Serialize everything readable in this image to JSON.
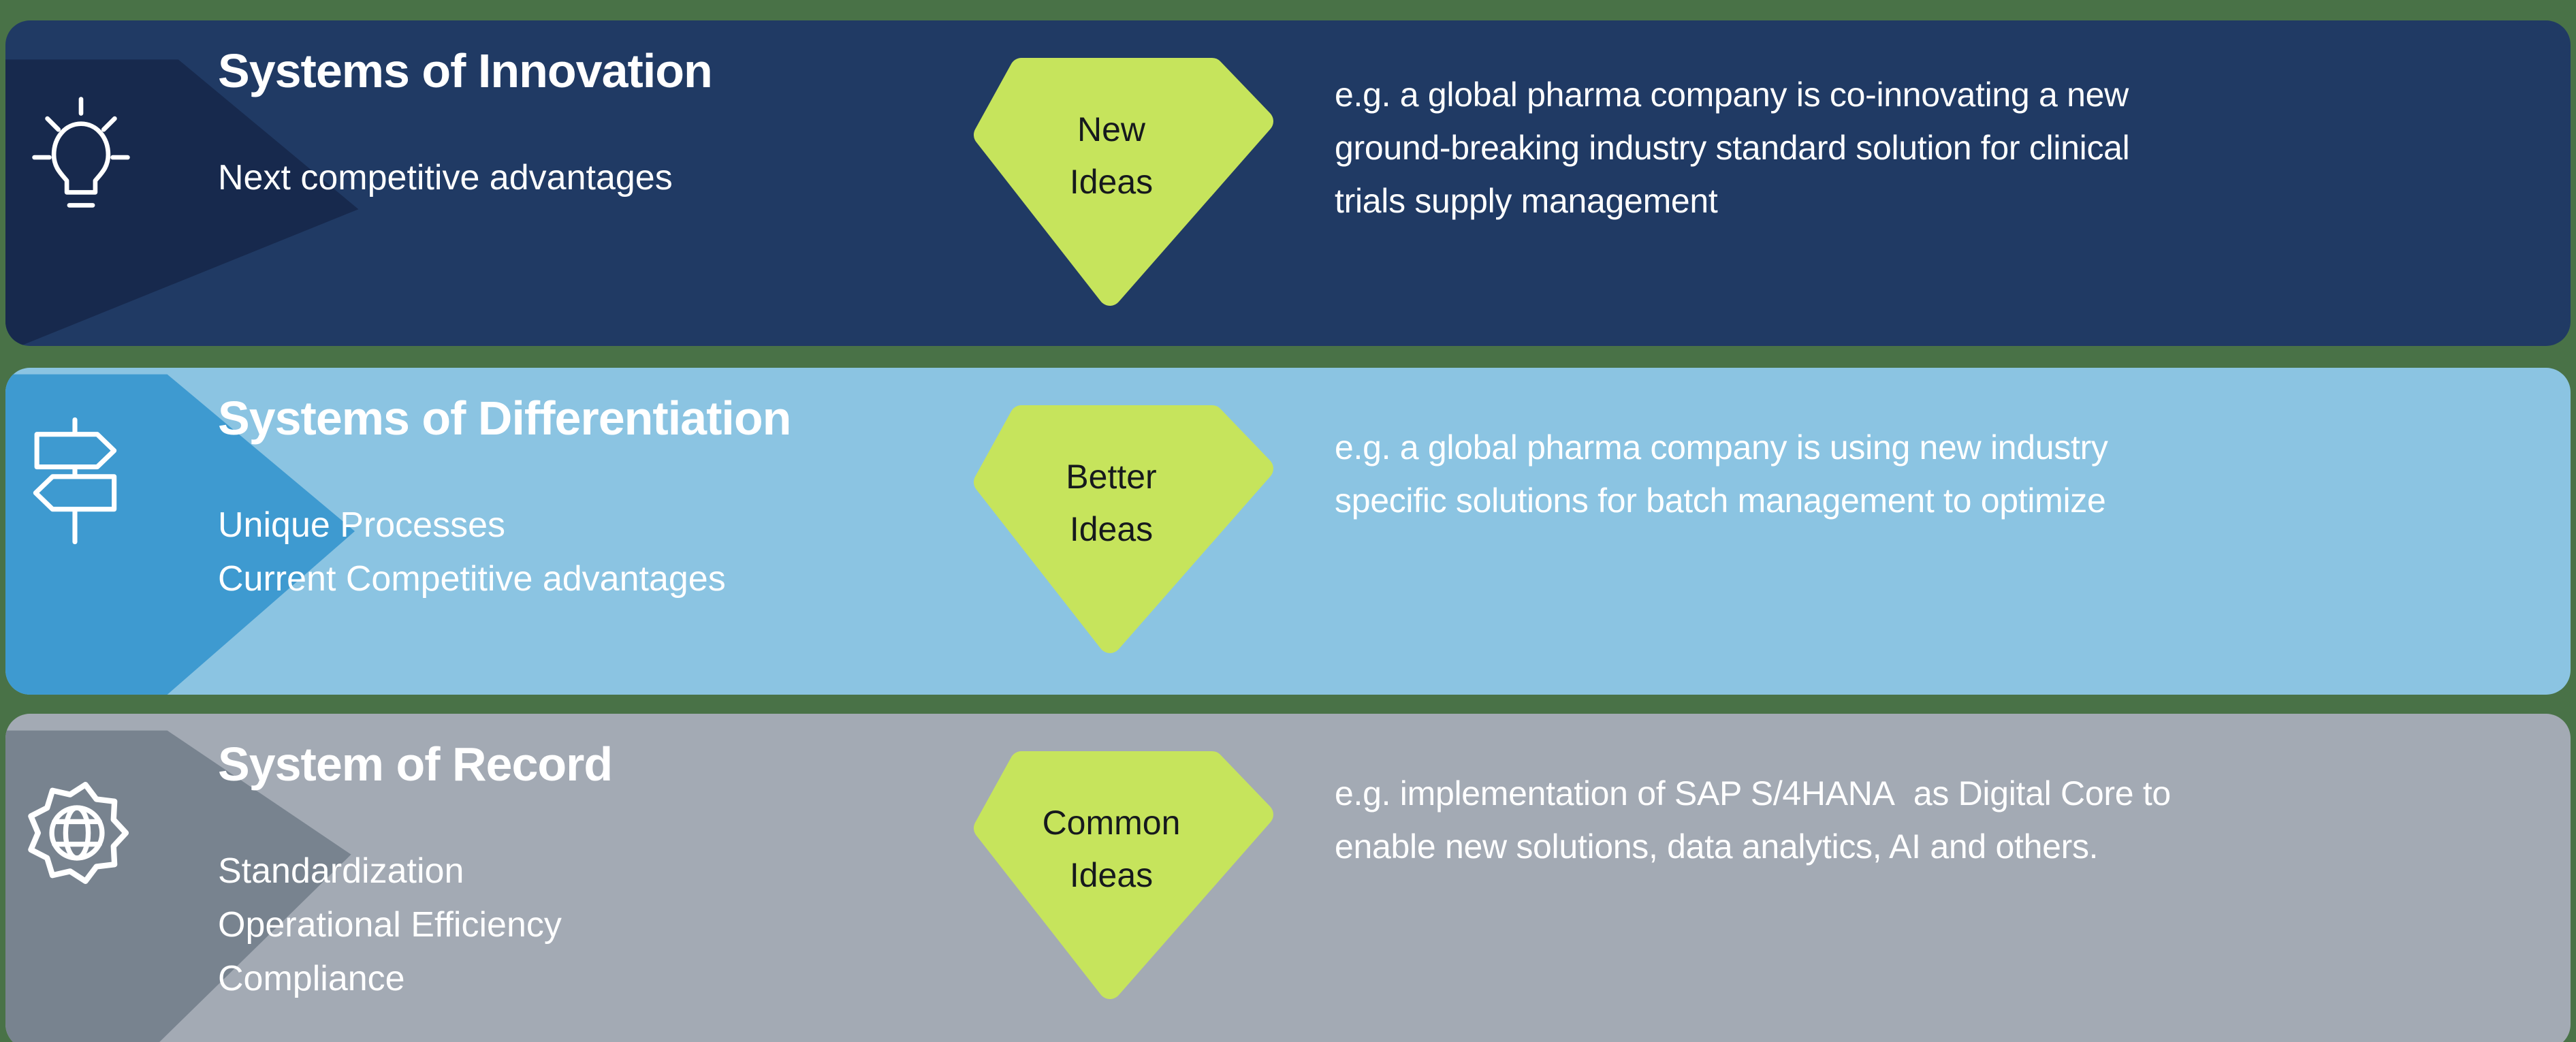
{
  "page": {
    "background_color": "#497247",
    "badge_color": "#c6e45c",
    "badge_text_color": "#16191d"
  },
  "bands": [
    {
      "title": "Systems of Innovation",
      "subtitle_lines": [
        "Next competitive advantages"
      ],
      "icon": "lightbulb-icon",
      "badge_lines": [
        "New",
        "Ideas"
      ],
      "example_lines": [
        "e.g. a global pharma company is co-innovating a new",
        "ground-breaking industry standard solution for clinical",
        "trials supply management"
      ],
      "colors": {
        "background": "#203a64",
        "chevron": "#17294d",
        "text": "#ffffff"
      }
    },
    {
      "title": "Systems of Differentiation",
      "subtitle_lines": [
        "Unique Processes",
        "Current Competitive advantages"
      ],
      "icon": "signpost-icon",
      "badge_lines": [
        "Better",
        "Ideas"
      ],
      "example_lines": [
        "e.g. a global pharma company is using new industry",
        "specific solutions for batch management to optimize"
      ],
      "colors": {
        "background": "#8bc4e2",
        "chevron": "#3e9ad0",
        "text": "#ffffff"
      }
    },
    {
      "title": "System of Record",
      "subtitle_lines": [
        "Standardization",
        "Operational Efficiency",
        "Compliance"
      ],
      "icon": "gear-globe-icon",
      "badge_lines": [
        "Common",
        "Ideas"
      ],
      "example_lines": [
        "e.g. implementation of SAP S/4HANA  as Digital Core to",
        "enable new solutions, data analytics, AI and others."
      ],
      "colors": {
        "background": "#a3aab4",
        "chevron": "#78838f",
        "text": "#ffffff"
      }
    }
  ]
}
